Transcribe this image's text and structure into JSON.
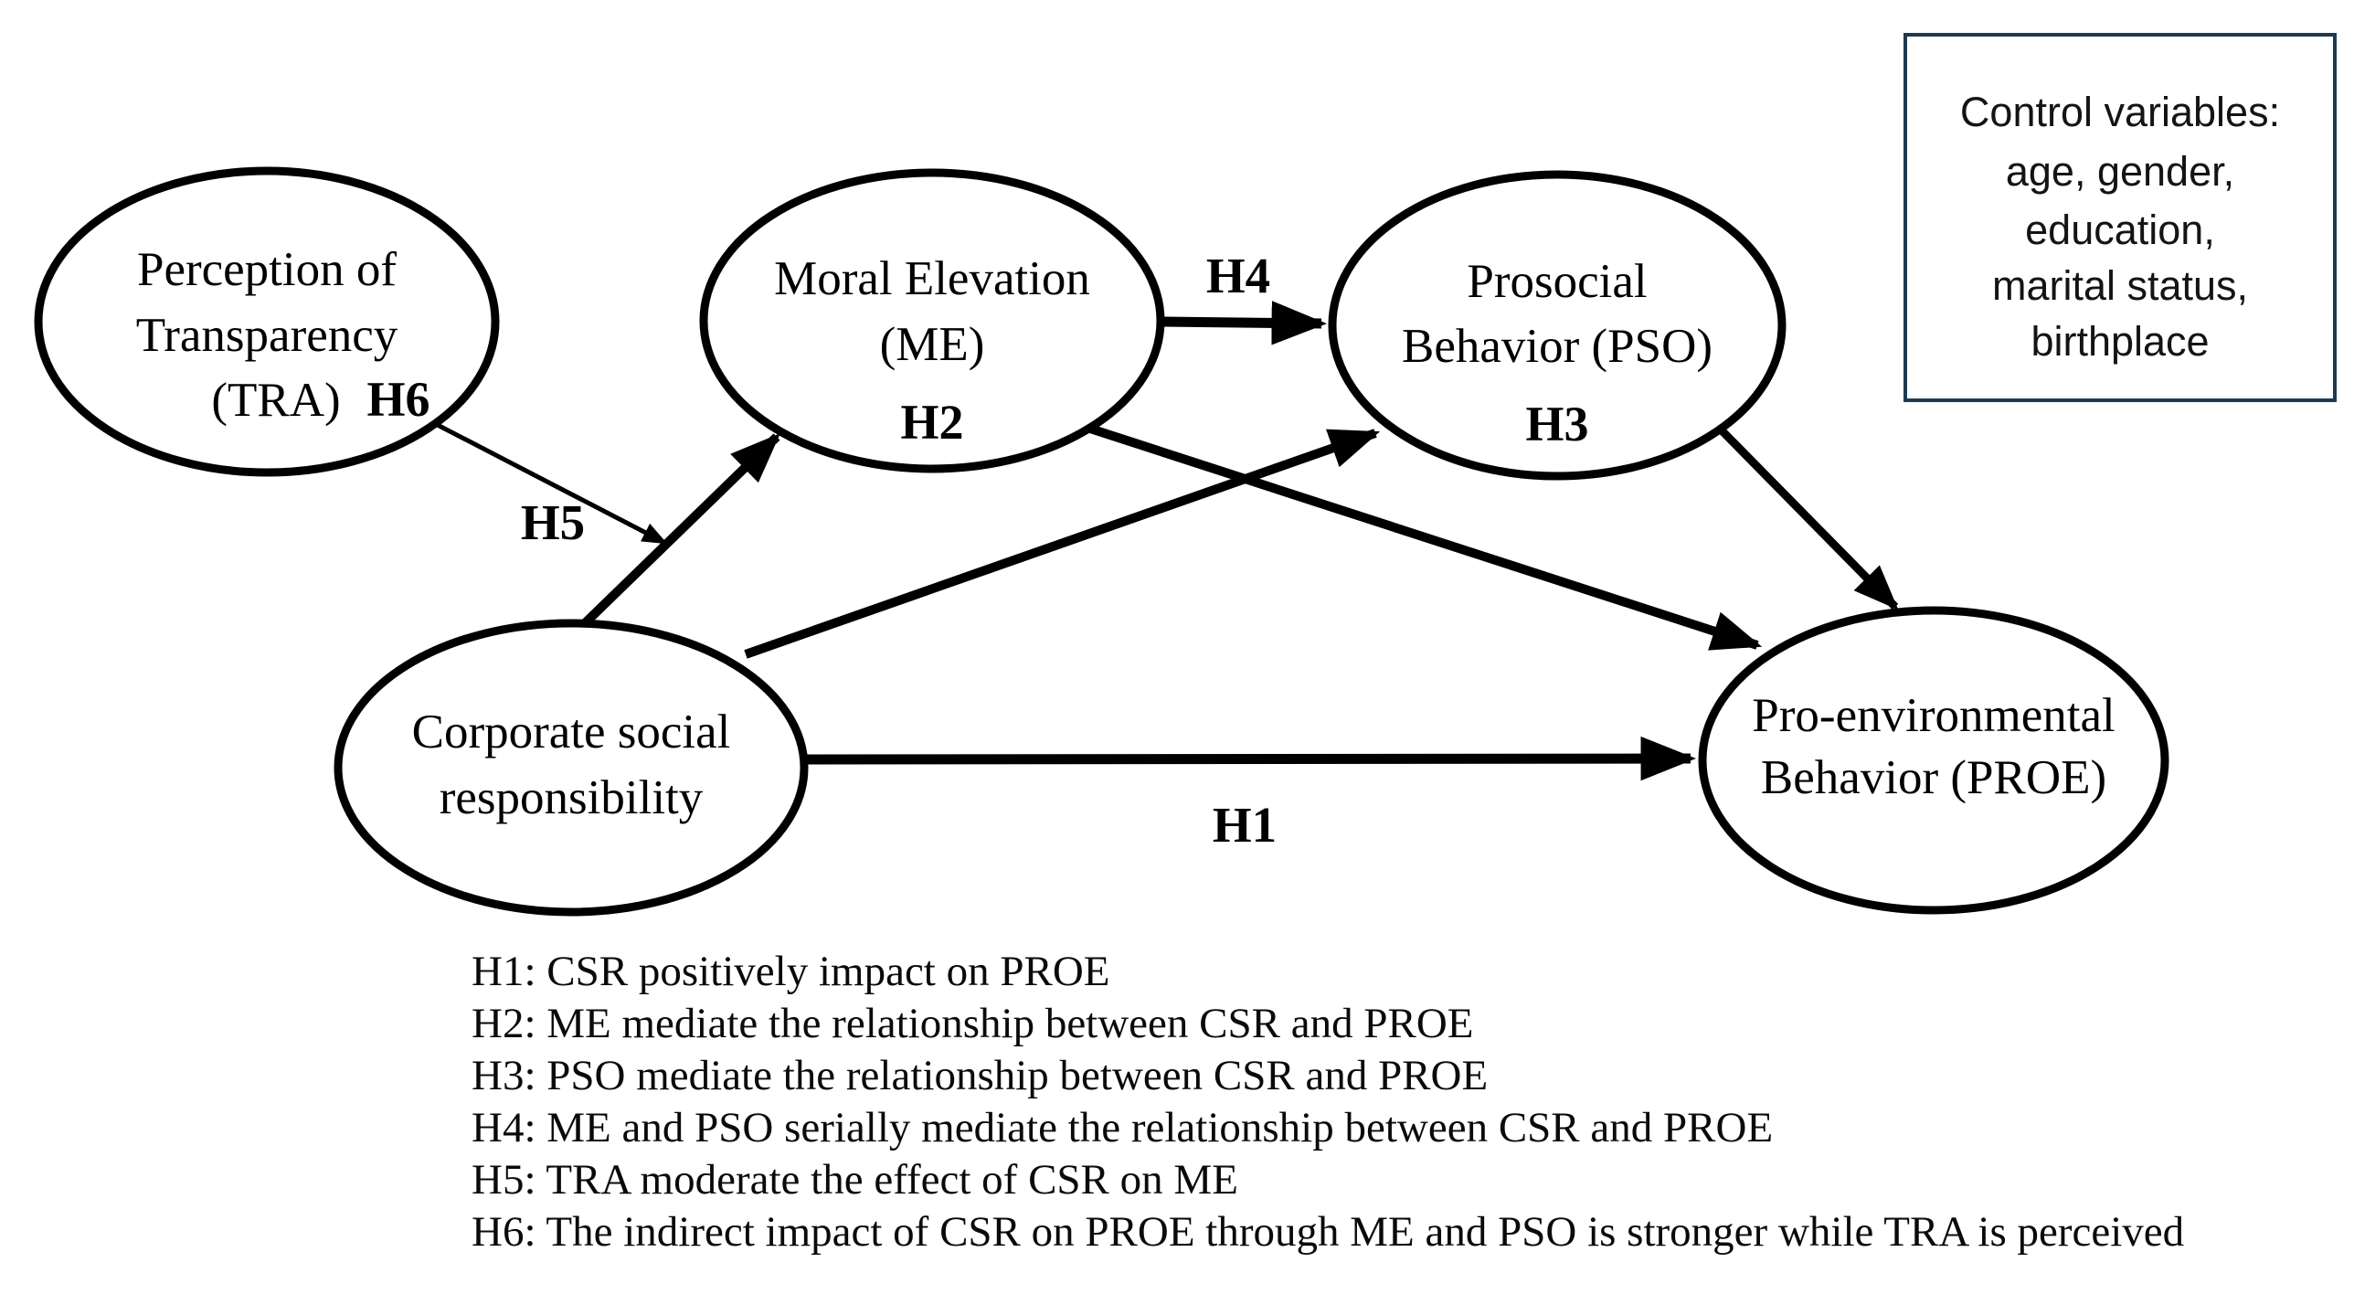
{
  "figure": {
    "background": "#ffffff",
    "ink_color": "#000000",
    "nodes": {
      "tra": {
        "line1": "Perception of",
        "line2": "Transparency",
        "line3": "(TRA)",
        "hypothesis_tag": "H6"
      },
      "me": {
        "line1": "Moral Elevation",
        "line2": "(ME)",
        "hypothesis_tag": "H2"
      },
      "pso": {
        "line1": "Prosocial",
        "line2": "Behavior (PSO)",
        "hypothesis_tag": "H3"
      },
      "csr": {
        "line1": "Corporate social",
        "line2": "responsibility"
      },
      "proe": {
        "line1": "Pro-environmental",
        "line2": "Behavior (PROE)"
      }
    },
    "arrow_labels": {
      "h1": "H1",
      "h4": "H4",
      "h5": "H5"
    },
    "control_box": {
      "border_color": "#1e3a50",
      "lines": [
        "Control variables:",
        "age, gender,",
        "education,",
        "marital status,",
        "birthplace"
      ]
    },
    "hypotheses": [
      "H1: CSR positively impact on PROE",
      "H2: ME mediate the relationship between CSR and PROE",
      "H3: PSO mediate the relationship between CSR and PROE",
      "H4: ME and PSO serially mediate the relationship between CSR and PROE",
      "H5: TRA moderate the effect of CSR on ME",
      "H6: The indirect impact of CSR on PROE through ME and PSO is stronger while TRA is perceived"
    ]
  }
}
